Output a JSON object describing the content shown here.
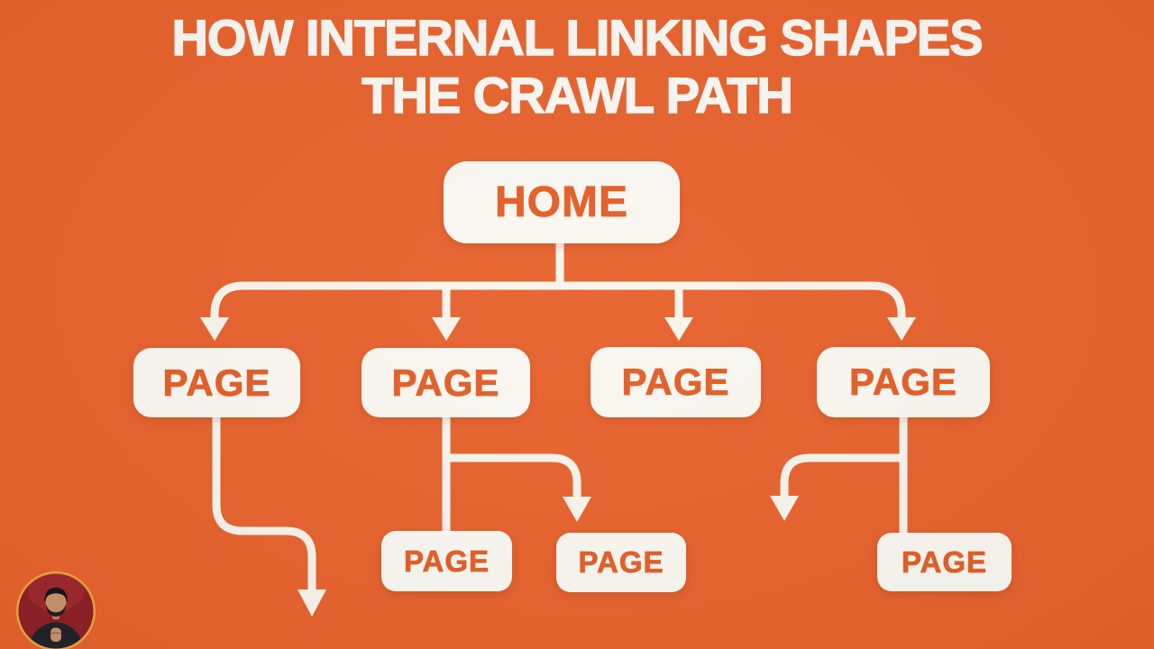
{
  "title": {
    "line1": "HOW INTERNAL LINKING SHAPES",
    "line2": "THE CRAWL PATH"
  },
  "diagram": {
    "root": {
      "id": "home",
      "label": "HOME"
    },
    "level2": [
      {
        "id": "page-1",
        "label": "PAGE"
      },
      {
        "id": "page-2",
        "label": "PAGE"
      },
      {
        "id": "page-3",
        "label": "PAGE"
      },
      {
        "id": "page-4",
        "label": "PAGE"
      }
    ],
    "level3": [
      {
        "id": "page-5",
        "label": "PAGE"
      },
      {
        "id": "page-6",
        "label": "PAGE"
      },
      {
        "id": "page-7",
        "label": "PAGE"
      }
    ],
    "edges": [
      {
        "from": "home",
        "to": "page-1",
        "style": "arrow"
      },
      {
        "from": "home",
        "to": "page-2",
        "style": "arrow"
      },
      {
        "from": "home",
        "to": "page-3",
        "style": "arrow"
      },
      {
        "from": "home",
        "to": "page-4",
        "style": "arrow"
      },
      {
        "from": "page-1",
        "to": "offscreen-below",
        "style": "arrow-dangling"
      },
      {
        "from": "page-2",
        "to": "page-5",
        "style": "line"
      },
      {
        "from": "page-2",
        "to": "page-6",
        "style": "arrow"
      },
      {
        "from": "page-4",
        "to": "offscreen-left",
        "style": "arrow-dangling"
      },
      {
        "from": "page-4",
        "to": "page-7",
        "style": "line"
      }
    ]
  },
  "colors": {
    "background": "#E8632E",
    "node_fill": "#FBF8F2",
    "node_text": "#E45F28",
    "title_text": "#FBF8F3",
    "connector": "#F9F5ED",
    "avatar_ring": "#EDA43C",
    "avatar_backdrop": "#8E2127"
  }
}
